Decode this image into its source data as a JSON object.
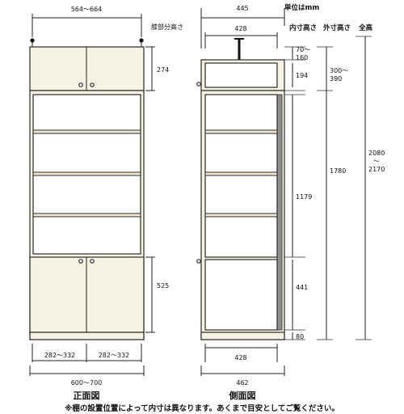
{
  "legend": {
    "unit": "単位はmm",
    "inner_height_header": "内寸高さ",
    "outer_height_header": "外寸高さ",
    "total_height_header": "全高"
  },
  "front_view": {
    "title": "正面図",
    "top_width": "564～664",
    "beam_label": "膝部分高さ",
    "upper_cabinet_height": "274",
    "lower_cabinet_height": "525",
    "door_left_width": "282～332",
    "door_right_width": "282～332",
    "total_width": "600～700"
  },
  "side_view": {
    "title": "側面図",
    "top_depth": "445",
    "inner_top_depth": "428",
    "upper_gap": "70～\n160",
    "upper_cabinet_inner": "194",
    "upper_outer": "300～\n390",
    "open_section_inner": "1179",
    "body_outer": "1780",
    "lower_cabinet_inner": "441",
    "plinth": "80",
    "total_height": "2080\n～\n2170",
    "bottom_inner_depth": "428",
    "bottom_total_depth": "462"
  },
  "footnote": "※棚の設置位置によって内寸は異なります。あくまで目安としてご覧ください。"
}
